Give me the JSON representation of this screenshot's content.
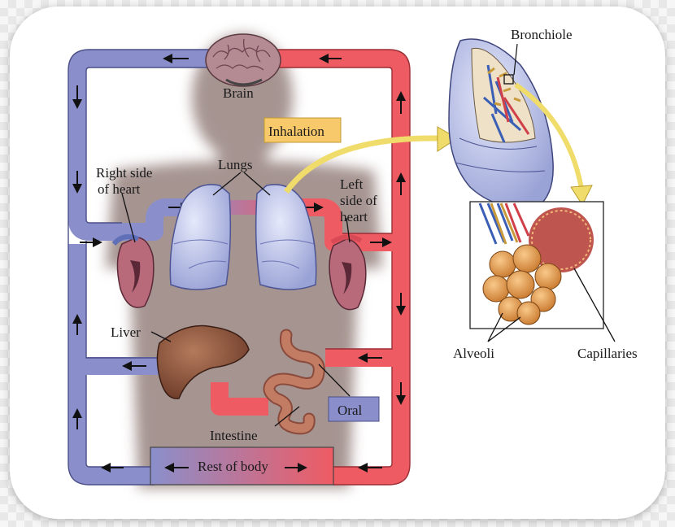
{
  "labels": {
    "brain": "Brain",
    "inhalation": "Inhalation",
    "lungs": "Lungs",
    "right_heart_1": "Right side",
    "right_heart_2": "of heart",
    "left_heart_1": "Left",
    "left_heart_2": "side of",
    "left_heart_3": "heart",
    "liver": "Liver",
    "oral": "Oral",
    "intestine": "Intestine",
    "rest_of_body": "Rest of body",
    "bronchiole": "Bronchiole",
    "alveoli": "Alveoli",
    "capillaries": "Capillaries"
  },
  "colors": {
    "venous_blue": "#8a8fcc",
    "arterial_red": "#ef5b63",
    "body_silhouette": "#a69491",
    "inhalation_box": "#f7c96b",
    "oral_box": "#8a8fcc",
    "arrow_yellow": "#f0dc6a"
  }
}
